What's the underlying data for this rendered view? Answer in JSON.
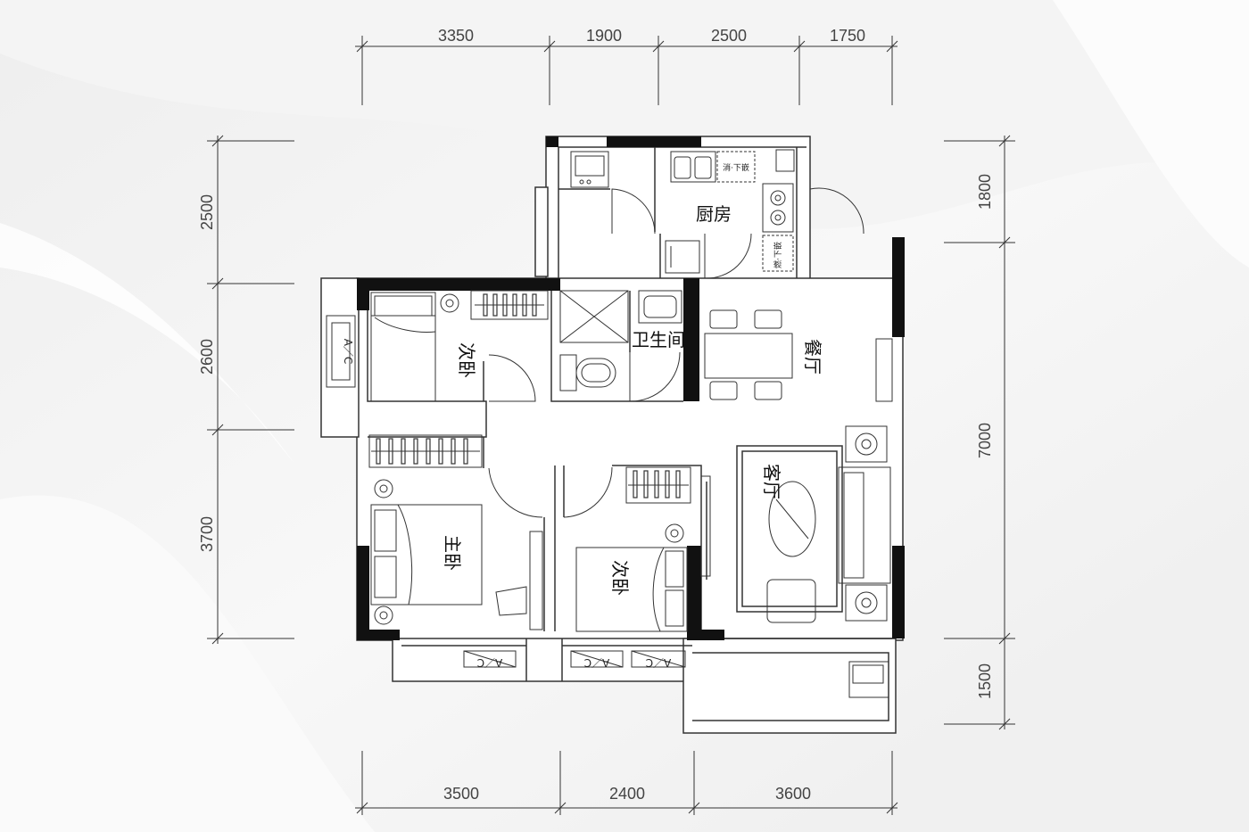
{
  "plan": {
    "dims_top": [
      "3350",
      "1900",
      "2500",
      "1750"
    ],
    "dims_bottom": [
      "3500",
      "2400",
      "3600"
    ],
    "dims_left": [
      "2500",
      "2600",
      "3700"
    ],
    "dims_right": [
      "1800",
      "7000",
      "1500"
    ],
    "rooms": {
      "kitchen": "厨房",
      "bathroom": "卫生间",
      "second_bedroom_top": "次卧",
      "master_bedroom": "主卧",
      "second_bedroom_bottom": "次卧",
      "dining": "餐厅",
      "living": "客厅"
    },
    "fixture_labels": {
      "kitchen_sink_cabinet": "消·下嵌",
      "kitchen_stove_cabinet": "燃·下嵌",
      "ac_unit": "A／C"
    },
    "colors": {
      "wall": "#111111",
      "line": "#333333",
      "background": "#ffffff"
    }
  }
}
